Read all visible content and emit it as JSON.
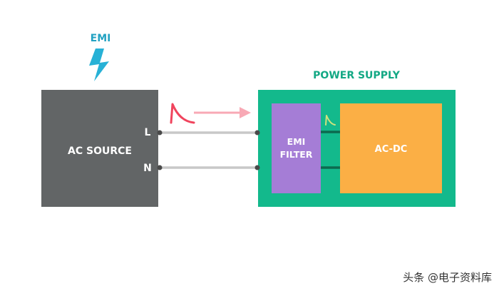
{
  "emi_label": "EMI",
  "ac_source": {
    "label": "AC SOURCE",
    "line_label": "L",
    "neutral_label": "N"
  },
  "power_supply": {
    "title": "POWER SUPPLY",
    "emi_filter_line1": "EMI",
    "emi_filter_line2": "FILTER",
    "acdc_label": "AC-DC"
  },
  "watermark": "头条 @电子资料库",
  "colors": {
    "teal": "#23a2c2",
    "ac_source": "#626566",
    "power_supply": "#13b98c",
    "emi_filter": "#a57dd6",
    "acdc": "#fbaf45",
    "wire": "#c8c8c8",
    "inner_wire": "#0c6a4f",
    "noise_red": "#f0445d",
    "noise_arrow": "#f8a9b5",
    "noise_small": "#cfe27e"
  }
}
